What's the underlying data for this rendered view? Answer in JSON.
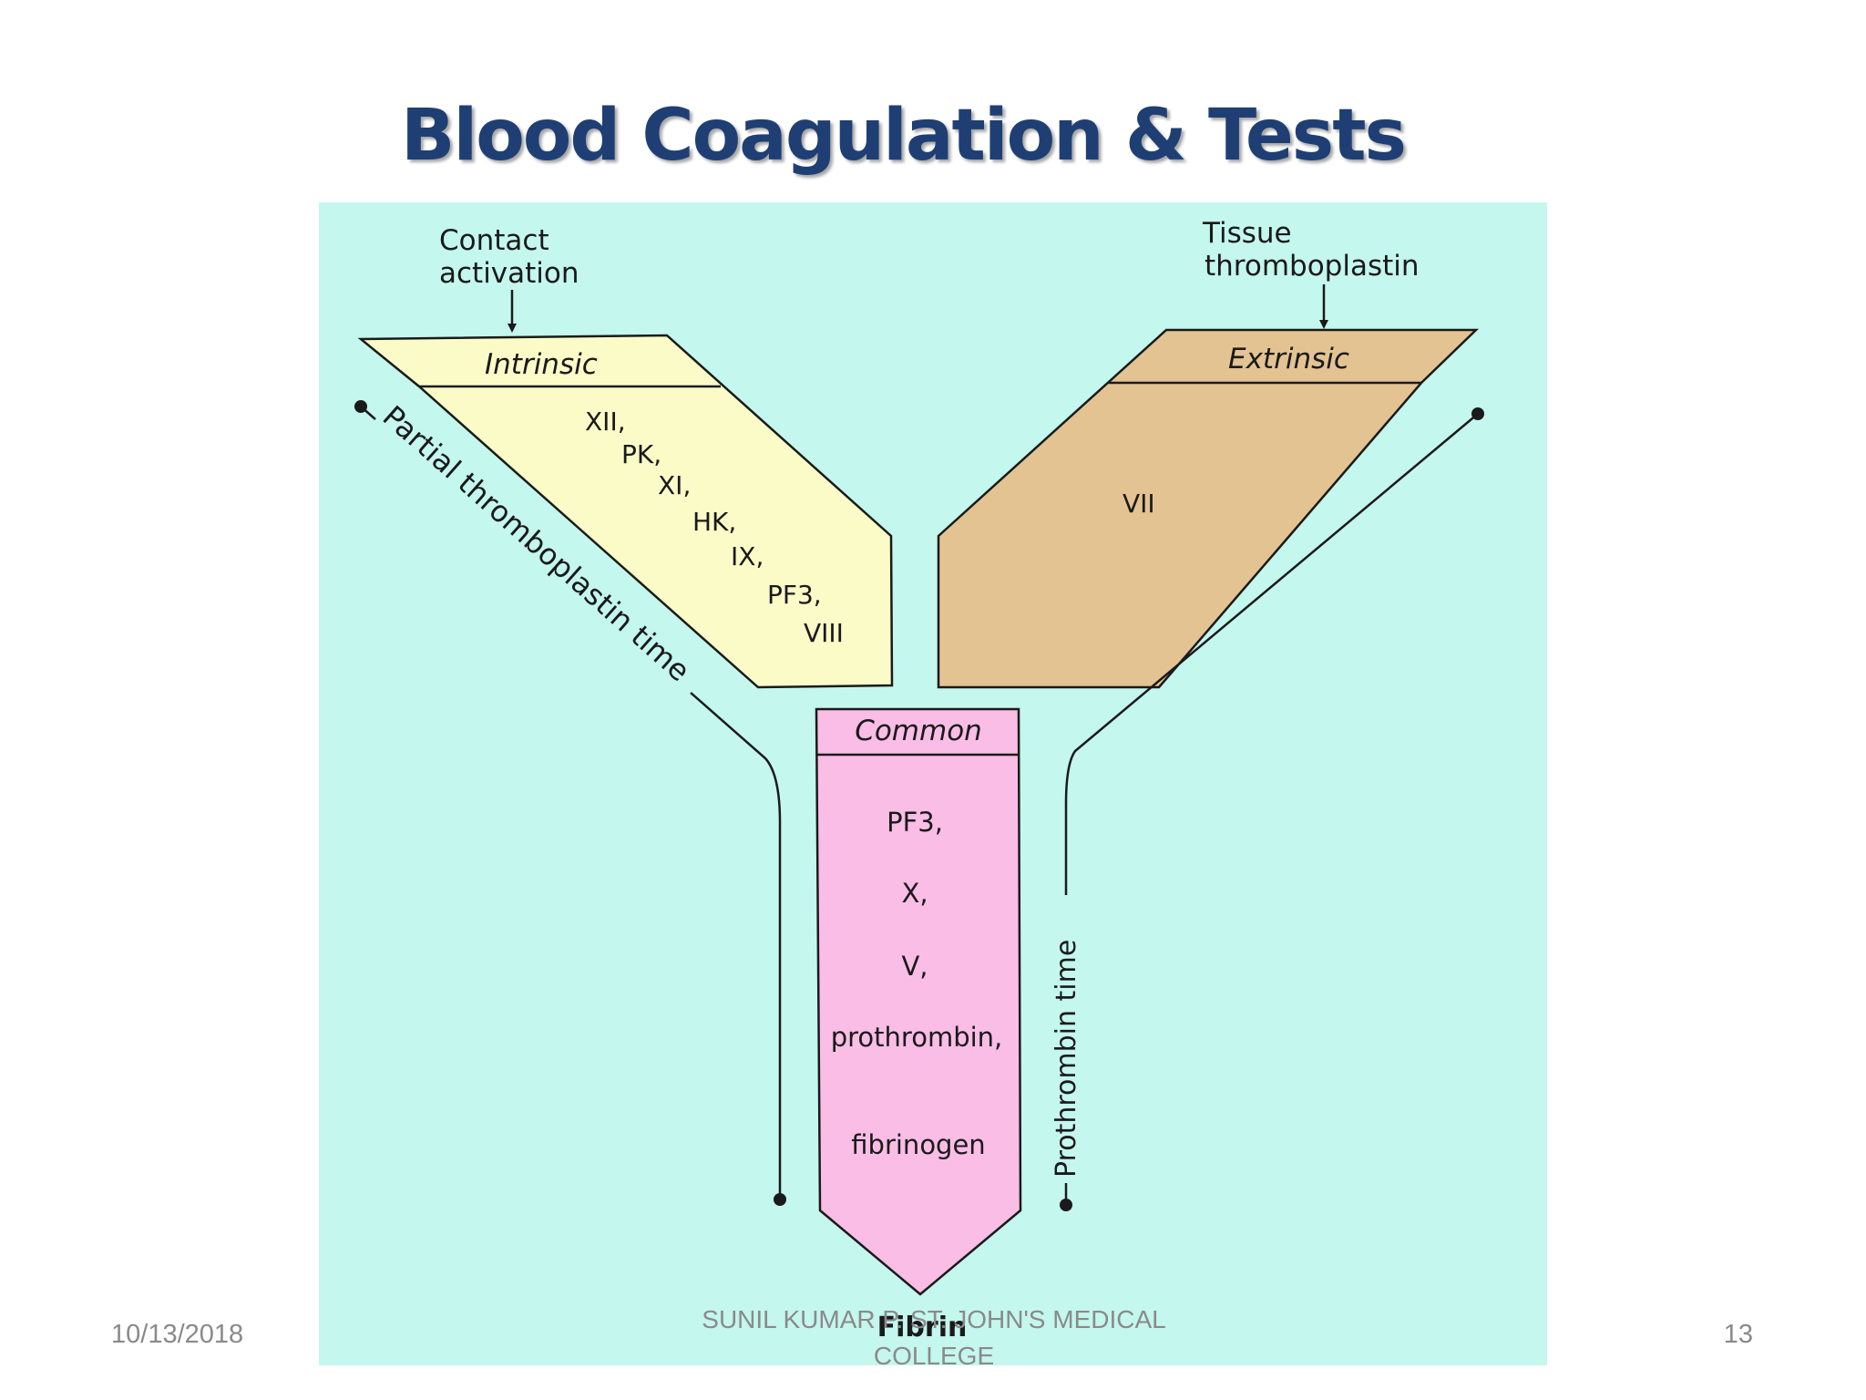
{
  "title": "Blood Coagulation & Tests",
  "diagram": {
    "contact_activation": [
      "Contact",
      "activation"
    ],
    "tissue_thromboplastin": [
      "Tissue",
      "thromboplastin"
    ],
    "intrinsic": {
      "header": "Intrinsic",
      "factors": [
        "XII,",
        "PK,",
        "XI,",
        "HK,",
        "IX,",
        "PF3,",
        "VIII"
      ],
      "color": "#fbfbc8"
    },
    "extrinsic": {
      "header": "Extrinsic",
      "factors": [
        "VII"
      ],
      "color": "#e4c393"
    },
    "common": {
      "header": "Common",
      "factors": [
        "PF3,",
        "X,",
        "V,",
        "prothrombin,",
        "fibrinogen"
      ],
      "color": "#f9bde6"
    },
    "product": "Fibrin",
    "ptt_label": "Partial thromboplastin time",
    "pt_label": "Prothrombin time",
    "background_color": "#c4f7ee"
  },
  "footer": {
    "date": "10/13/2018",
    "author": "SUNIL KUMAR P. ST. JOHN'S MEDICAL COLLEGE",
    "page": "13"
  }
}
